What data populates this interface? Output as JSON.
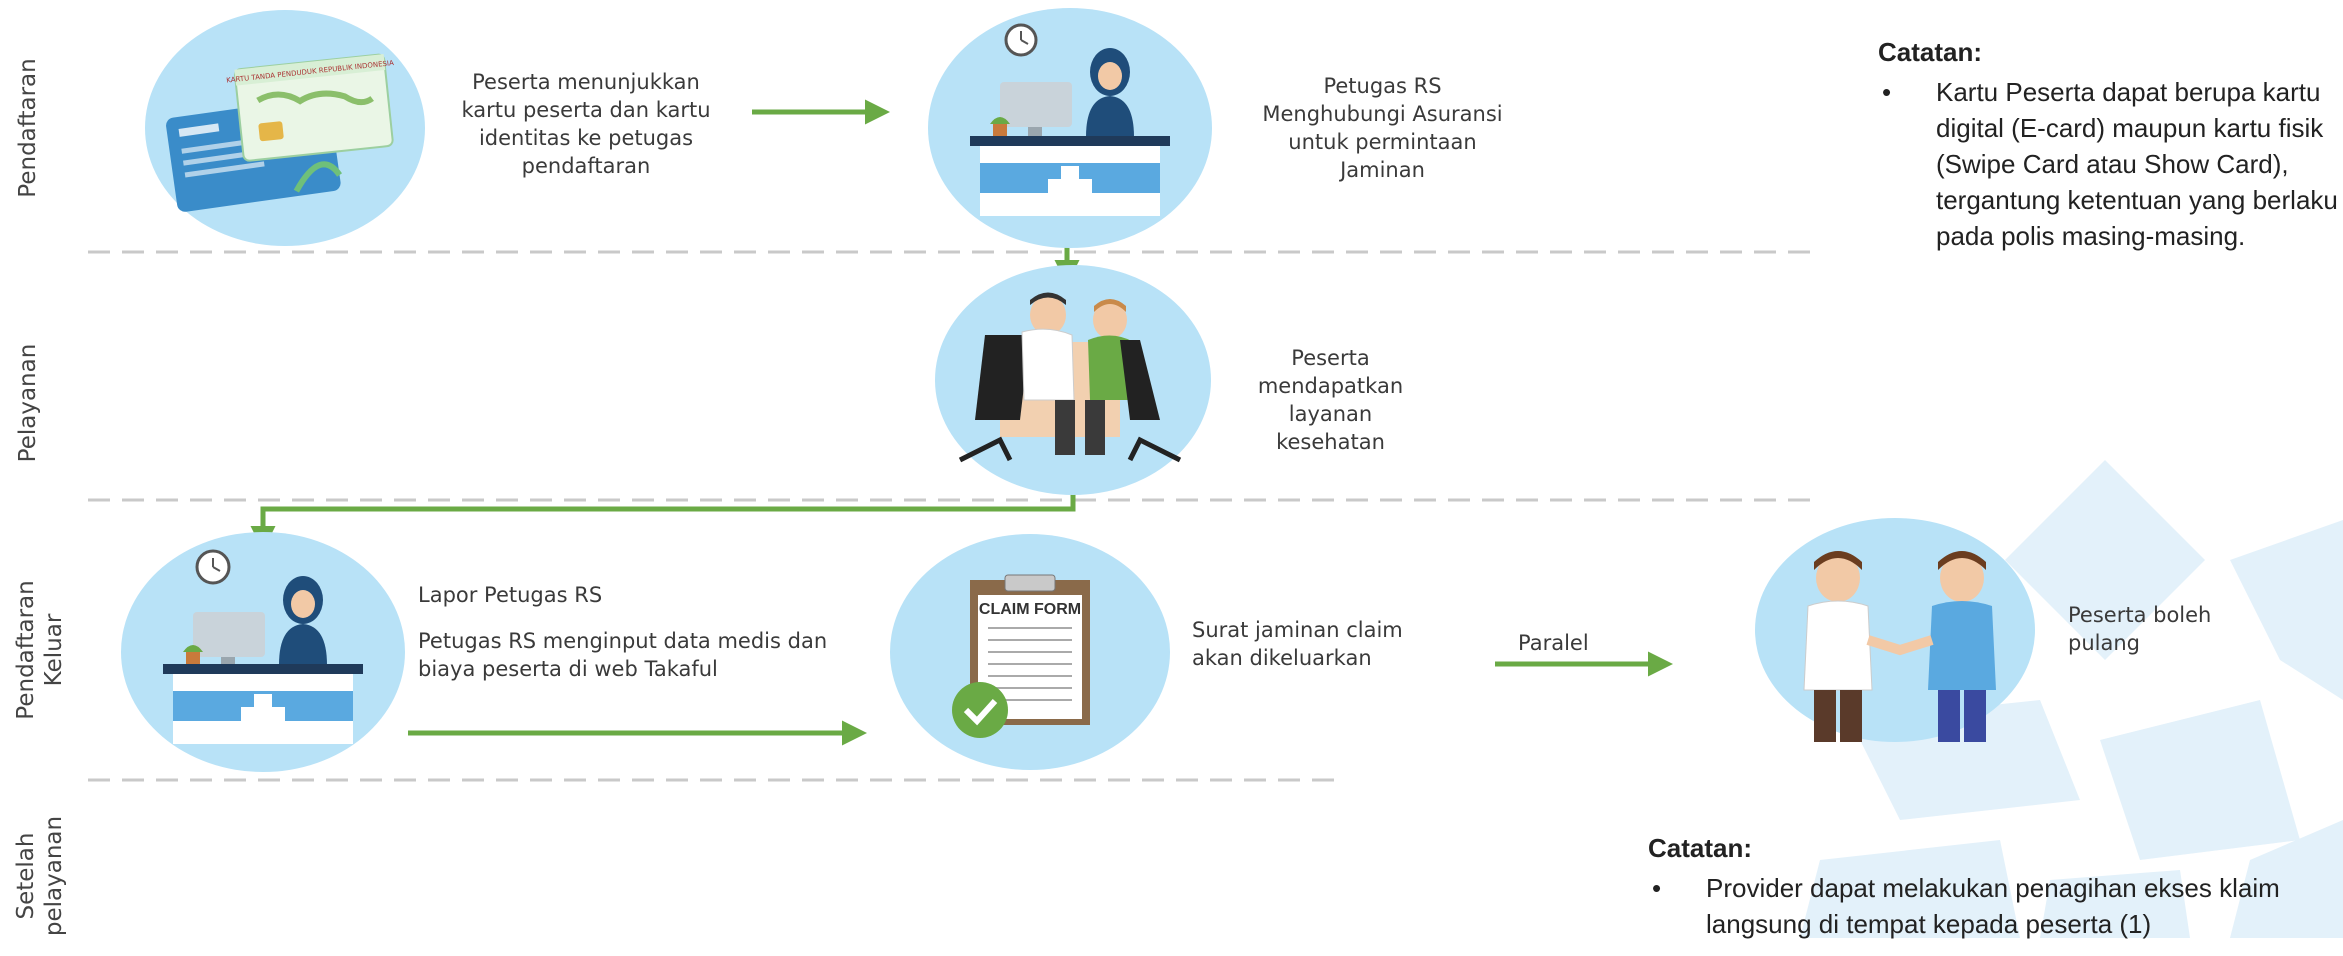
{
  "colors": {
    "arrow": "#6aaa45",
    "circle": "#b8e2f7",
    "divider": "#c9c9c9",
    "watermark": "#e3f1fa"
  },
  "lanes": [
    {
      "label": "Pendaftaran"
    },
    {
      "label": "Pelayanan"
    },
    {
      "label": "Pendaftaran\nKeluar"
    },
    {
      "label": "Setelah\npelayanan"
    }
  ],
  "steps": {
    "registration": "Peserta menunjukkan kartu peserta dan kartu identitas ke petugas pendaftaran",
    "hospital_staff": "Petugas RS Menghubungi Asuransi untuk permintaan Jaminan",
    "service": "Peserta mendapatkan layanan kesehatan",
    "report_title": "Lapor Petugas RS",
    "report_desc": "Petugas RS menginput data medis dan biaya peserta di web Takaful",
    "claim_letter": "Surat jaminan claim akan dikeluarkan",
    "parallel_label": "Paralel",
    "discharge": "Peserta boleh pulang",
    "claim_form_label": "CLAIM FORM",
    "id_card_label": "KARTU TANDA PENDUDUK REPUBLIK INDONESIA"
  },
  "icons": {
    "id_card": "id-card-icon",
    "reception": "reception-desk-icon",
    "doctor": "doctor-consultation-icon",
    "claim_form": "claim-form-icon",
    "handshake": "handshake-icon",
    "clock": "clock-icon"
  },
  "notes": [
    {
      "title": "Catatan:",
      "items": [
        "Kartu Peserta dapat berupa kartu digital (E-card) maupun kartu fisik (Swipe Card atau Show Card), tergantung ketentuan yang berlaku pada polis masing-masing."
      ]
    },
    {
      "title": "Catatan:",
      "items": [
        "Provider dapat melakukan penagihan ekses klaim langsung di tempat kepada peserta (1)"
      ]
    }
  ]
}
